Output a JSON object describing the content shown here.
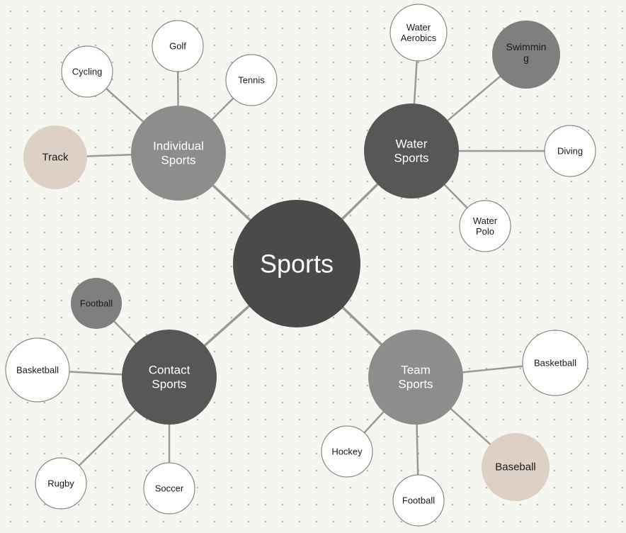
{
  "colors": {
    "center": "#4a4a4a",
    "dark": "#575757",
    "medium": "#8d8d8d",
    "gray": "#7f7f7f",
    "tan": "#ddd1c6",
    "white": "#ffffff",
    "edge": "#9a9a9a",
    "outline": "#8a8a8a"
  },
  "diagram": {
    "center": {
      "lines": [
        "Sports"
      ]
    },
    "categories": [
      {
        "id": "individual",
        "lines": [
          "Individual",
          "Sports"
        ],
        "children": [
          {
            "lines": [
              "Golf"
            ]
          },
          {
            "lines": [
              "Cycling"
            ]
          },
          {
            "lines": [
              "Tennis"
            ]
          },
          {
            "lines": [
              "Track"
            ]
          }
        ]
      },
      {
        "id": "water",
        "lines": [
          "Water",
          "Sports"
        ],
        "children": [
          {
            "lines": [
              "Water",
              "Aerobics"
            ]
          },
          {
            "lines": [
              "Swimmin",
              "g"
            ]
          },
          {
            "lines": [
              "Diving"
            ]
          },
          {
            "lines": [
              "Water",
              "Polo"
            ]
          }
        ]
      },
      {
        "id": "contact",
        "lines": [
          "Contact",
          "Sports"
        ],
        "children": [
          {
            "lines": [
              "Football"
            ]
          },
          {
            "lines": [
              "Basketball"
            ]
          },
          {
            "lines": [
              "Rugby"
            ]
          },
          {
            "lines": [
              "Soccer"
            ]
          }
        ]
      },
      {
        "id": "team",
        "lines": [
          "Team",
          "Sports"
        ],
        "children": [
          {
            "lines": [
              "Basketball"
            ]
          },
          {
            "lines": [
              "Hockey"
            ]
          },
          {
            "lines": [
              "Football"
            ]
          },
          {
            "lines": [
              "Baseball"
            ]
          }
        ]
      }
    ]
  }
}
